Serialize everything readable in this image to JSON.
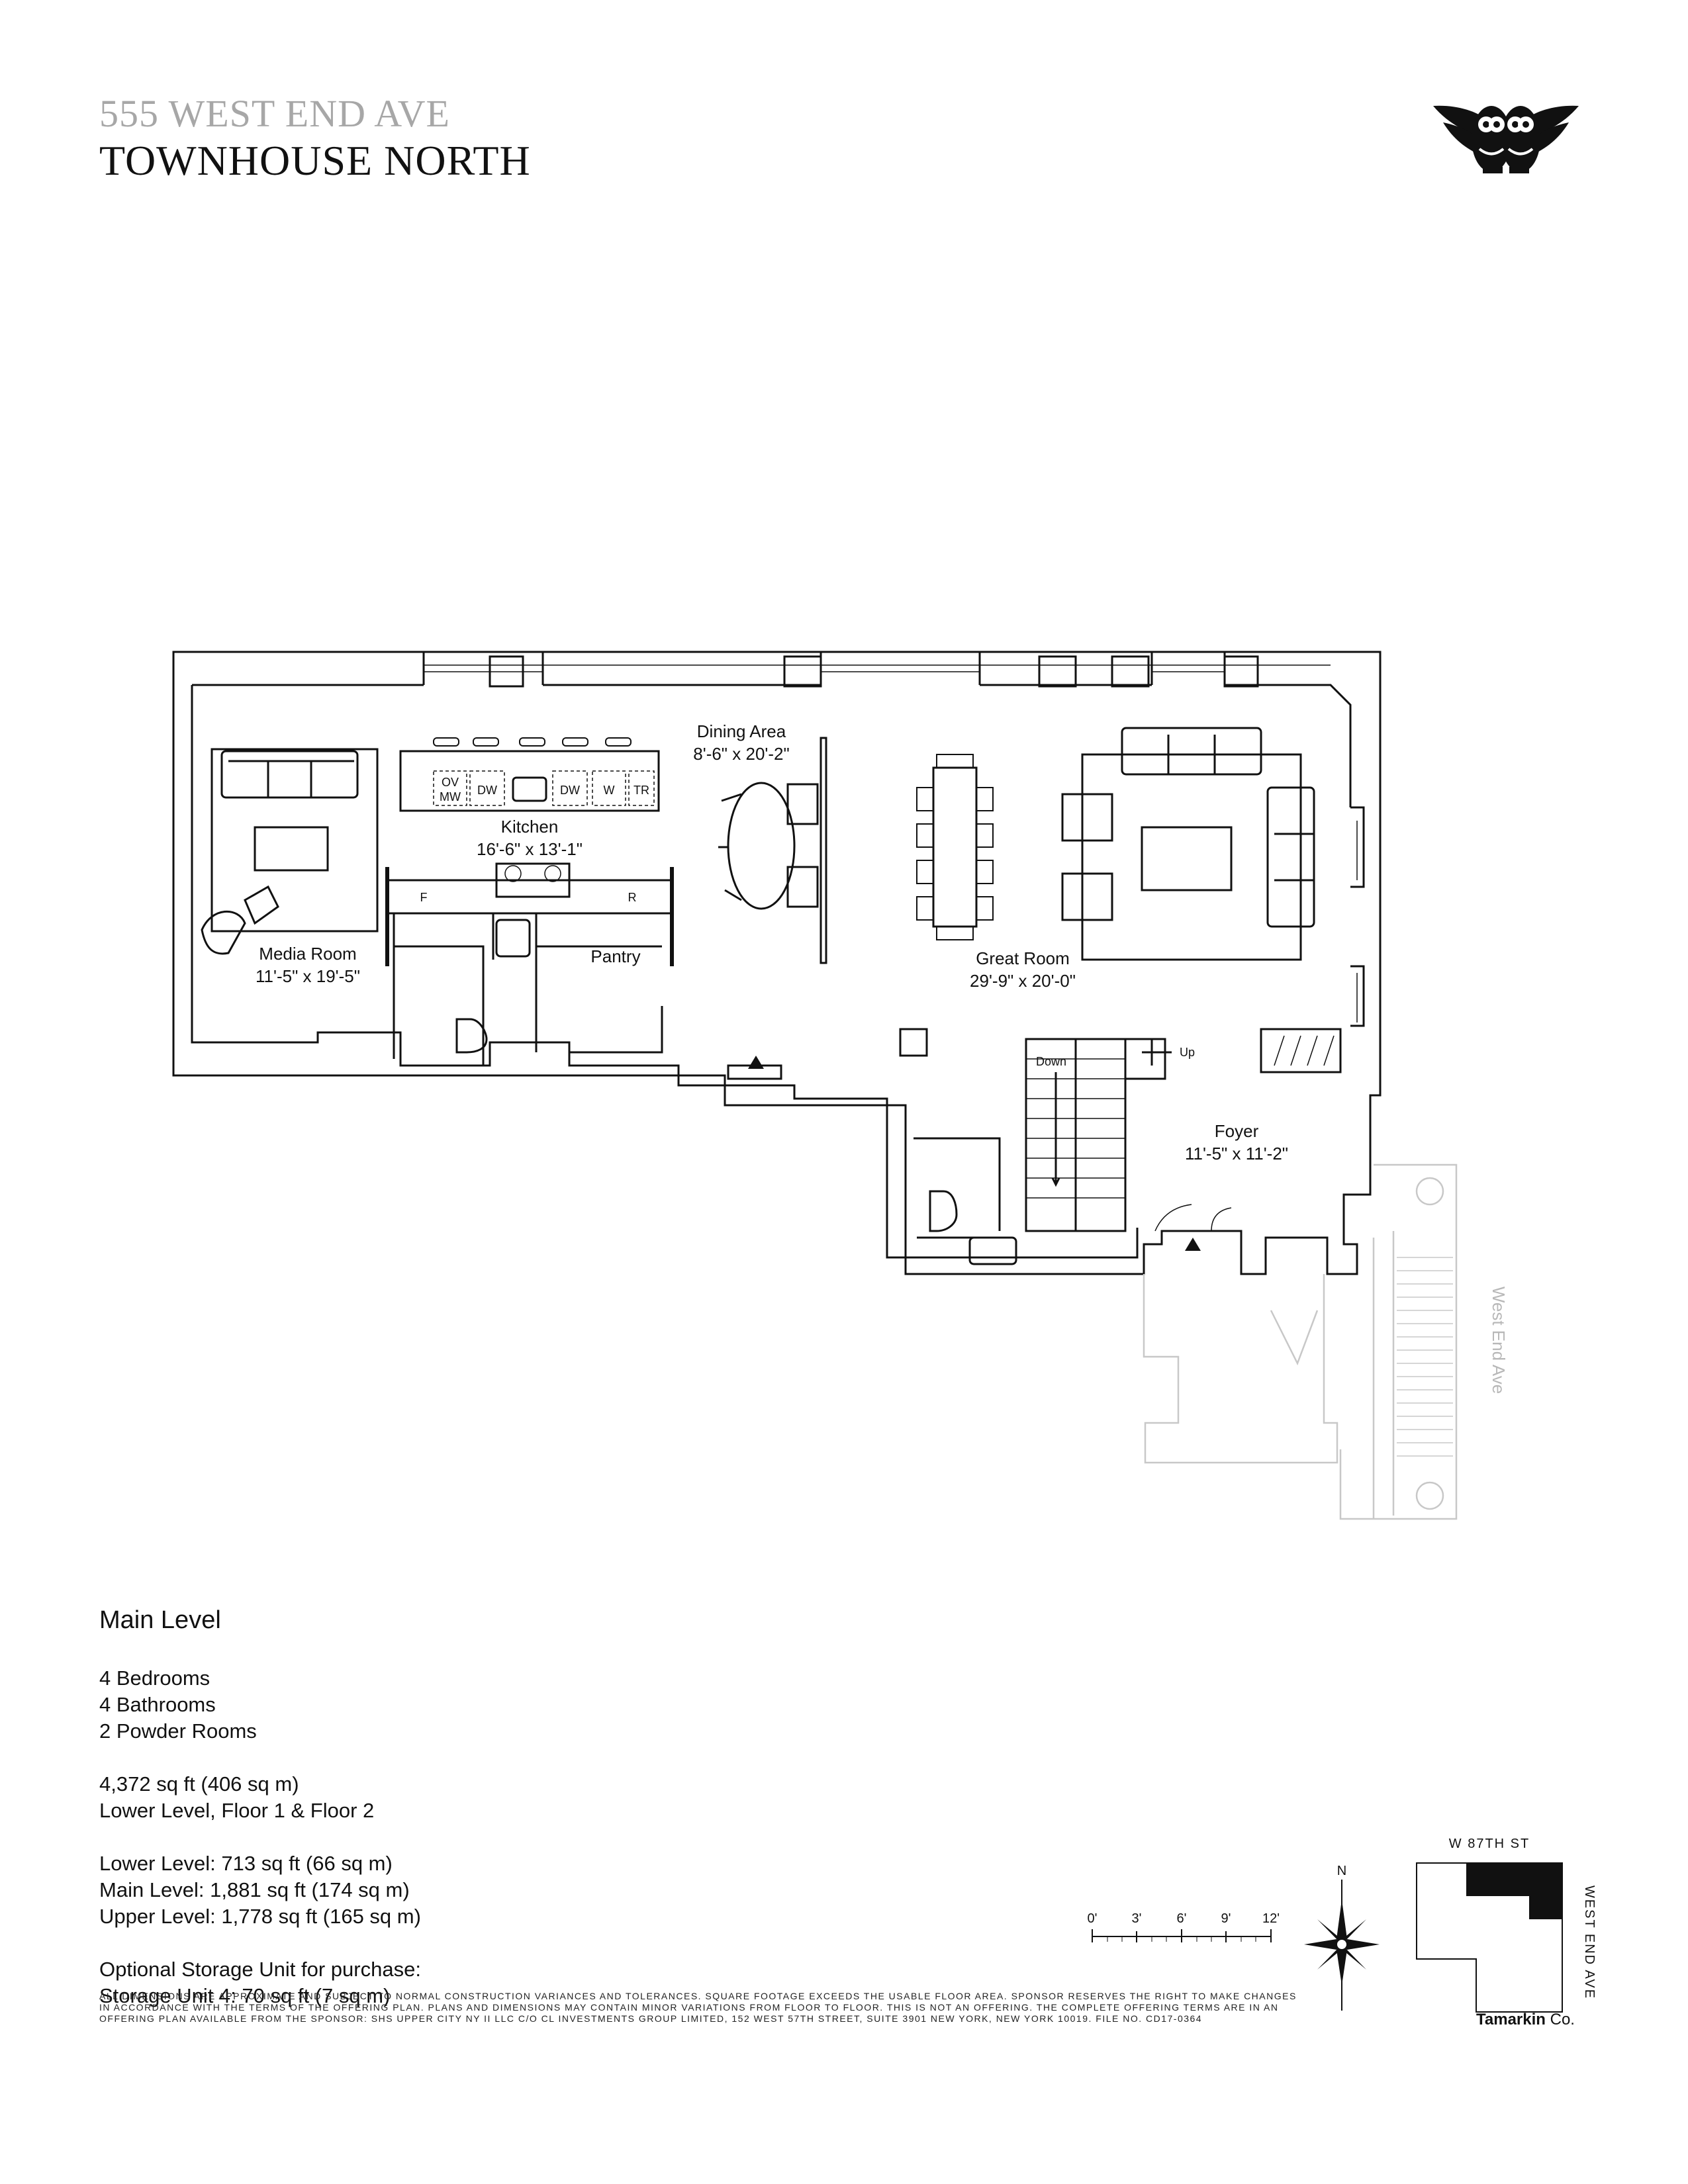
{
  "header": {
    "address": "555 WEST END AVE",
    "unit": "TOWNHOUSE NORTH"
  },
  "logo": {
    "icon": "owl-crest-icon"
  },
  "plan": {
    "rooms": [
      {
        "name": "Dining Area",
        "dims": "8'-6\" x 20'-2\""
      },
      {
        "name": "Kitchen",
        "dims": "16'-6\" x 13'-1\""
      },
      {
        "name": "Media Room",
        "dims": "11'-5\" x 19'-5\""
      },
      {
        "name": "Pantry",
        "dims": ""
      },
      {
        "name": "Great Room",
        "dims": "29'-9\" x 20'-0\""
      },
      {
        "name": "Foyer",
        "dims": "11'-5\" x 11'-2\""
      }
    ],
    "appliances": {
      "ov": "OV",
      "mw": "MW",
      "dw1": "DW",
      "dw2": "DW",
      "w": "W",
      "tr": "TR",
      "f": "F",
      "r": "R"
    },
    "stairs": {
      "up": "Up",
      "down": "Down"
    },
    "street": "West End Ave"
  },
  "info": {
    "level": "Main Level",
    "rooms_summary": [
      "4 Bedrooms",
      "4 Bathrooms",
      "2 Powder Rooms"
    ],
    "area_total": [
      "4,372 sq ft (406 sq m)",
      "Lower Level, Floor 1 & Floor 2"
    ],
    "levels": [
      "Lower Level: 713 sq ft (66 sq m)",
      "Main Level: 1,881 sq ft (174 sq m)",
      "Upper Level: 1,778 sq ft (165 sq m)"
    ],
    "storage": [
      "Optional Storage Unit for purchase:",
      "Storage Unit 4: 70 sq ft (7 sq m)"
    ]
  },
  "scale": {
    "ticks": [
      "0'",
      "3'",
      "6'",
      "9'",
      "12'"
    ]
  },
  "compass": {
    "north": "N",
    "icon": "compass-star-icon"
  },
  "keymap": {
    "top_street": "W 87TH ST",
    "side_street": "WEST END AVE"
  },
  "disclaimer": "ALL DIMENSIONS ARE APPROXIMATE AND SUBJECT TO NORMAL CONSTRUCTION VARIANCES AND TOLERANCES. SQUARE FOOTAGE EXCEEDS THE USABLE FLOOR AREA. SPONSOR RESERVES THE RIGHT TO MAKE CHANGES IN ACCORDANCE WITH THE TERMS OF THE OFFERING PLAN. PLANS AND DIMENSIONS MAY CONTAIN MINOR VARIATIONS FROM FLOOR TO FLOOR. THIS IS NOT AN OFFERING. THE COMPLETE OFFERING TERMS ARE IN AN OFFERING PLAN AVAILABLE FROM THE SPONSOR: SHS UPPER CITY NY II LLC C/O CL INVESTMENTS GROUP LIMITED,  152 WEST 57TH STREET, SUITE 3901 NEW YORK, NEW YORK 10019. FILE NO. CD17-0364",
  "brand": {
    "bold": "Tamarkin",
    "rest": " Co."
  }
}
